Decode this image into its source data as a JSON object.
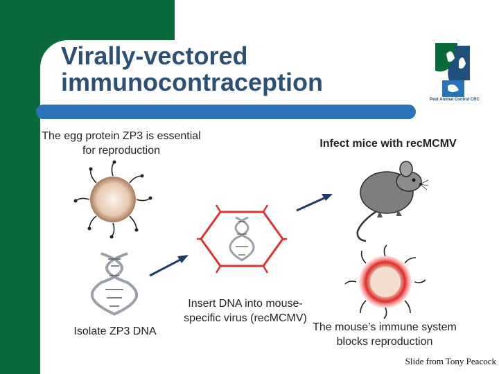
{
  "title": {
    "line1": "Virally-vectored",
    "line2": "immunocontraception"
  },
  "logo": {
    "text": "Pest Animal Control CRC"
  },
  "captions": {
    "egg_protein": "The egg protein ZP3 is essential for reproduction",
    "infect": "Infect mice with recMCMV",
    "isolate": "Isolate ZP3 DNA",
    "insert": "Insert DNA into mouse-specific virus (recMCMV)",
    "immune": "The mouse’s immune system blocks reproduction"
  },
  "credit": "Slide from Tony Peacock",
  "colors": {
    "green": "#0b6a3a",
    "title_blue": "#2b5076",
    "bar_blue": "#2a72b9",
    "virus_red": "#e03030",
    "arrow_navy": "#1f3a66"
  },
  "icons": [
    "egg-cell-icon",
    "dna-helix-icon",
    "virus-with-dna-icon",
    "mouse-icon",
    "blocked-egg-cell-icon",
    "arrow-icon"
  ]
}
